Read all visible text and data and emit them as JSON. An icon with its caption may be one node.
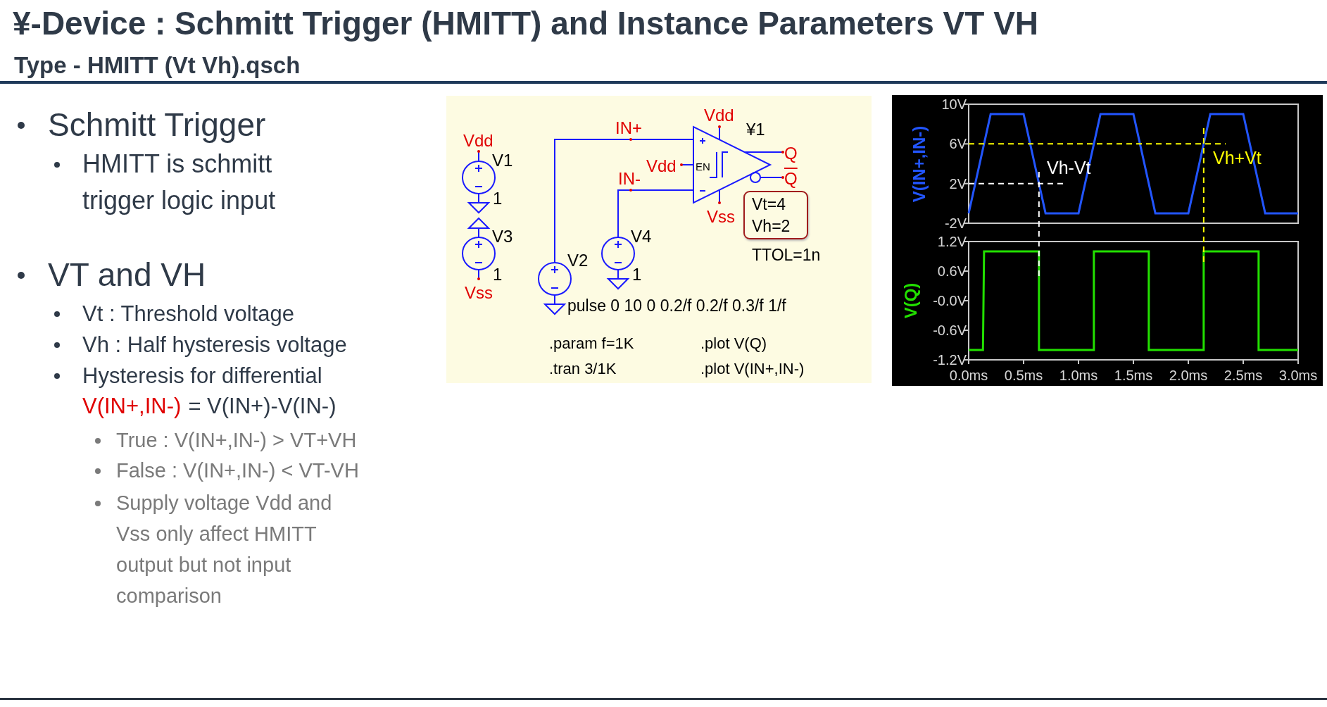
{
  "diagram": {
    "title": "¥-Device : Schmitt Trigger (HMITT) and Instance Parameters VT VH",
    "nodes": [
      {
        "text": [
          "Vt=4",
          "Vh=2"
        ]
      }
    ],
    "labels": [
      "Type - HMITT (Vt Vh).qsch",
      "Schmitt Trigger",
      "HMITT is schmitt trigger logic input",
      "VT and VH",
      "Vt : Threshold voltage",
      "Vh : Half hysteresis voltage",
      "Hysteresis for differential",
      "V(IN+,IN-)",
      "= V(IN+)-V(IN-)",
      "True : V(IN+,IN-) > VT+VH",
      "False : V(IN+,IN-) < VT-VH",
      "Supply voltage Vdd and Vss only affect HMITT output but not input comparison",
      "Vdd",
      "V1",
      "1",
      "V3",
      "1",
      "Vss",
      "IN+",
      "Vdd",
      "¥1",
      "Vdd",
      "EN",
      "Q",
      "IN-",
      "Q",
      "Vss",
      "V2",
      "V4",
      "1",
      "TTOL=1n",
      "pulse 0 10 0 0.2/f 0.2/f 0.3/f 1/f",
      ".param f=1K",
      ".plot V(Q)",
      ".tran 3/1K",
      ".plot V(IN+,IN-)",
      "10V",
      "6V",
      "Vh+Vt",
      "Vh-Vt",
      "2V",
      "-2V",
      "V(IN+,IN-)",
      "1.2V",
      "0.6V",
      "-0.0V",
      "-0.6V",
      "-1.2V",
      "V(Q)",
      "0.0ms",
      "0.5ms",
      "1.0ms",
      "1.5ms",
      "2.0ms",
      "2.5ms",
      "3.0ms"
    ]
  }
}
